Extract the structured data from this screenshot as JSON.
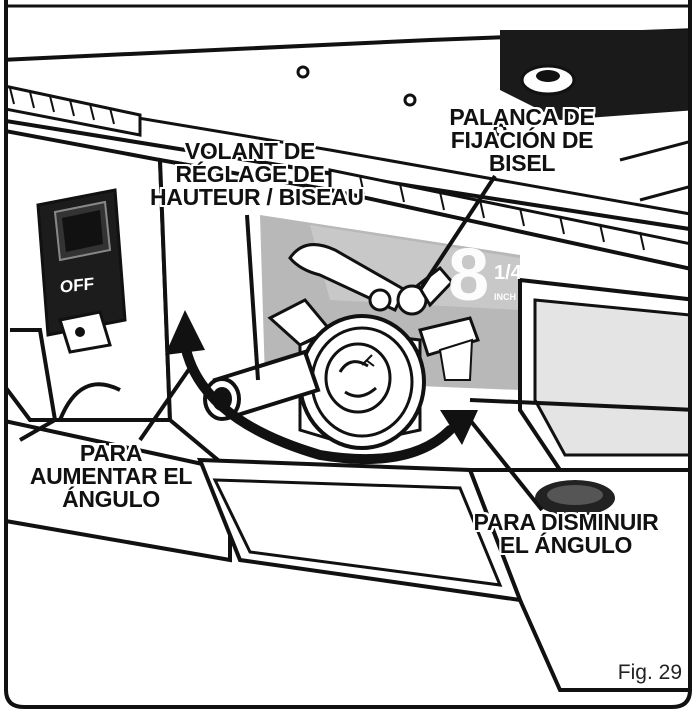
{
  "figure": {
    "number_label": "Fig. 29",
    "switch_label": "OFF",
    "blade_size": "8",
    "blade_size_fraction": "1/4",
    "blade_size_unit": "INCH"
  },
  "callouts": {
    "handwheel": [
      "VOLANT DE",
      "RÉGLAGE DE",
      "HAUTEUR / BISEAU"
    ],
    "bevel_lock": [
      "PALANCA DE",
      "FIJACIÓN DE",
      "BISEL"
    ],
    "increase": [
      "PARA",
      "AUMENTAR EL",
      "ÁNGULO"
    ],
    "decrease": [
      "PARA DISMINUIR",
      "EL ÁNGULO"
    ]
  },
  "colors": {
    "outline": "#111111",
    "panel": "#ffffff",
    "shade": "#b8b8b8",
    "light_shade": "#dcdcdc"
  }
}
